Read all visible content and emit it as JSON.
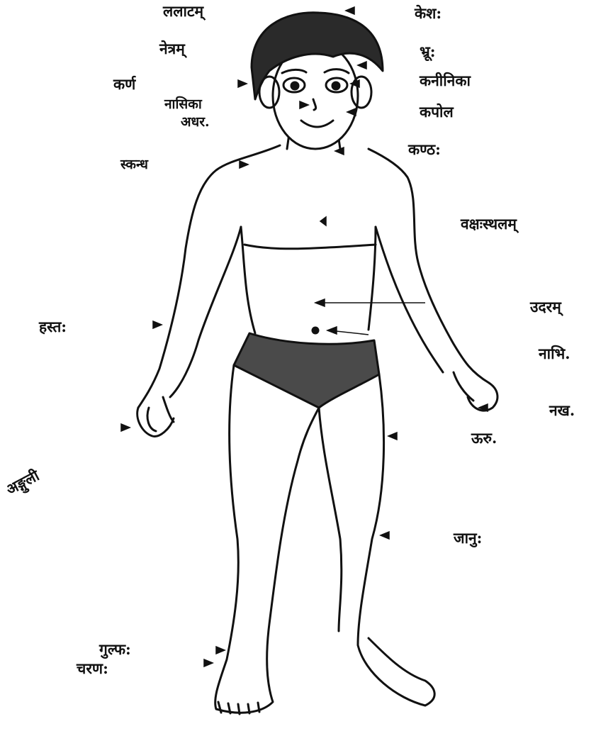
{
  "diagram": {
    "labels": {
      "lalatam": "ललाटम्",
      "netram": "नेत्रम्",
      "karna": "कर्ण",
      "nasika": "नासिका",
      "adhara": "अधर.",
      "skandha": "स्कन्ध",
      "hasta": "हस्त:",
      "angula": "अङ्गुली",
      "gulpha": "गुल्फ:",
      "charana": "चरण:",
      "kesha": "केश:",
      "bhru": "भ्रू:",
      "kaninika": "कनीनिका",
      "kapola": "कपोल",
      "kantha": "कण्ठ:",
      "vakshasthalam": "वक्षःस्थलम्",
      "udaram": "उदरम्",
      "nabhi": "नाभि.",
      "nakha": "नख.",
      "uru": "ऊरु.",
      "janu": "जानु:"
    },
    "colors": {
      "ink": "#111111",
      "skin": "#ffffff",
      "hair": "#2a2a2a",
      "briefs": "#4a4a4a",
      "background": "#ffffff"
    }
  }
}
